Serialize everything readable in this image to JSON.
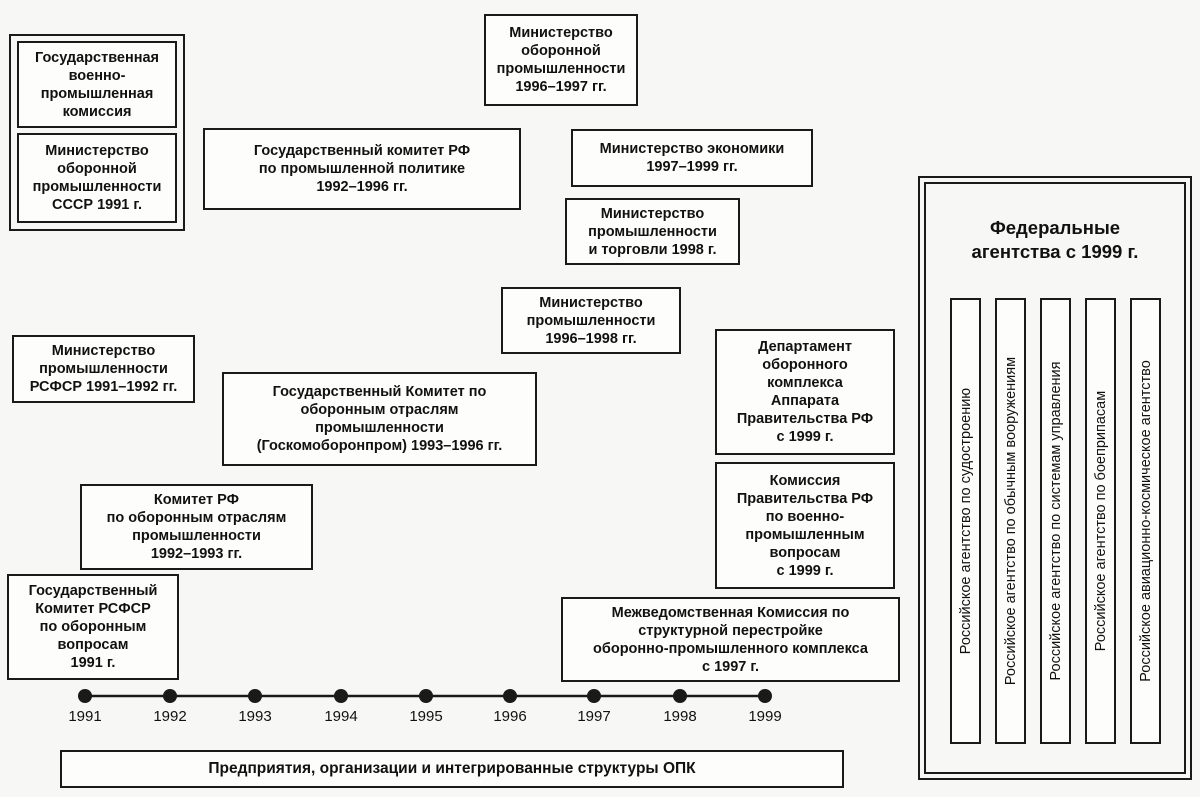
{
  "boxes": {
    "gvpk": "Государственная\nвоенно-\nпромышленная\nкомиссия",
    "mop_ussr": "Министерство\nоборонной\nпромышленности\nСССР 1991 г.",
    "mop_1996": "Министерство\nоборонной\nпромышленности\n1996–1997 гг.",
    "goskom_prom": "Государственный комитет РФ\nпо промышленной политике\n1992–1996 гг.",
    "min_econ": "Министерство экономики\n1997–1999 гг.",
    "min_prom_torg": "Министерство\nпромышленности\nи торговли 1998 г.",
    "min_prom": "Министерство\nпромышленности\n1996–1998 гг.",
    "min_prom_rsfsr": "Министерство\nпромышленности\nРСФСР 1991–1992 гг.",
    "goskomoboronprom": "Государственный Комитет по\nоборонным отраслям\nпромышленности\n(Госкомоборонпром) 1993–1996 гг.",
    "dep_obor": "Департамент\nоборонного\nкомплекса\nАппарата\nПравительства РФ\nс 1999 г.",
    "komissiya_pravit": "Комиссия\nПравительства РФ\nпо военно-\nпромышленным\nвопросам\nс 1999 г.",
    "komitet_rf": "Комитет РФ\nпо оборонным отраслям\nпромышленности\n1992–1993 гг.",
    "goskom_rsfsr": "Государственный\nКомитет РСФСР\nпо оборонным\nвопросам\n1991 г.",
    "mezhved": "Межведомственная Комиссия по\nструктурной перестройке\nоборонно-промышленного комплекса\nс 1997 г."
  },
  "agencies": {
    "title": "Федеральные\nагентства с 1999 г.",
    "items": [
      "Российское агентство по судостроению",
      "Российское агентство по обычным вооружениям",
      "Российское агентство по системам управления",
      "Российское агентство по боеприпасам",
      "Российское авиационно-космическое агентство"
    ]
  },
  "timeline": {
    "years": [
      "1991",
      "1992",
      "1993",
      "1994",
      "1995",
      "1996",
      "1997",
      "1998",
      "1999"
    ]
  },
  "bottom_label": "Предприятия, организации и интегрированные структуры ОПК"
}
